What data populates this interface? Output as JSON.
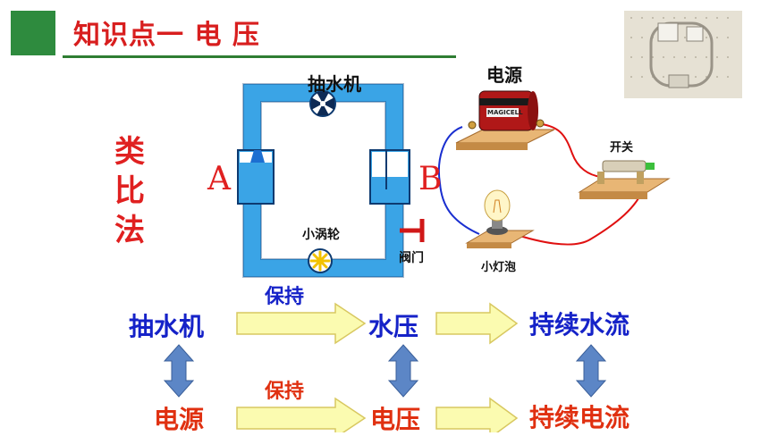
{
  "header": {
    "title": "知识点一   电 压"
  },
  "analogy": {
    "method": "类比法"
  },
  "water_circuit": {
    "pump_label": "抽水机",
    "turbine_label": "小涡轮",
    "valve_label": "阀门",
    "point_a": "A",
    "point_b": "B"
  },
  "electric_circuit": {
    "source_label": "电源",
    "switch_label": "开关",
    "bulb_label": "小灯泡",
    "battery_brand": "MAGICELL"
  },
  "flow": {
    "row1": {
      "start": "抽水机",
      "arrow": "保持",
      "mid": "水压",
      "end": "持续水流"
    },
    "row2": {
      "start": "电源",
      "arrow": "保持",
      "mid": "电压",
      "end": "持续电流"
    }
  },
  "colors": {
    "header_green": "#2e8b3e",
    "title_red": "#d81e1e",
    "water_blue": "#3aa4e6",
    "text_blue": "#1522c8",
    "text_red": "#e03010",
    "arrow_fill": "#fbfbb0",
    "vertical_arrow": "#5c86c6"
  }
}
